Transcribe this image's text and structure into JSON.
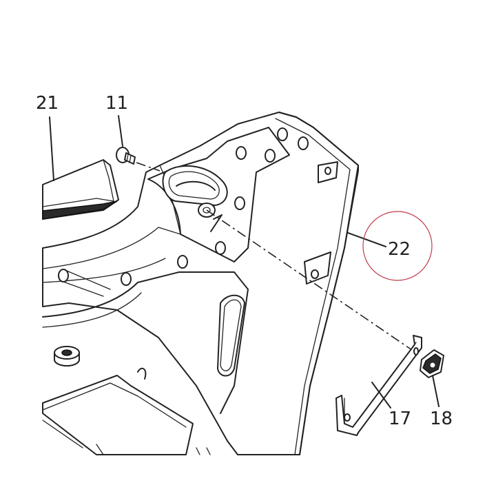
{
  "diagram": {
    "callouts": {
      "c21": "21",
      "c11": "11",
      "c22": "22",
      "c17": "17",
      "c18": "18"
    },
    "colors": {
      "line": "#222222",
      "highlight_circle": "#c0394a",
      "background": "#ffffff"
    }
  }
}
